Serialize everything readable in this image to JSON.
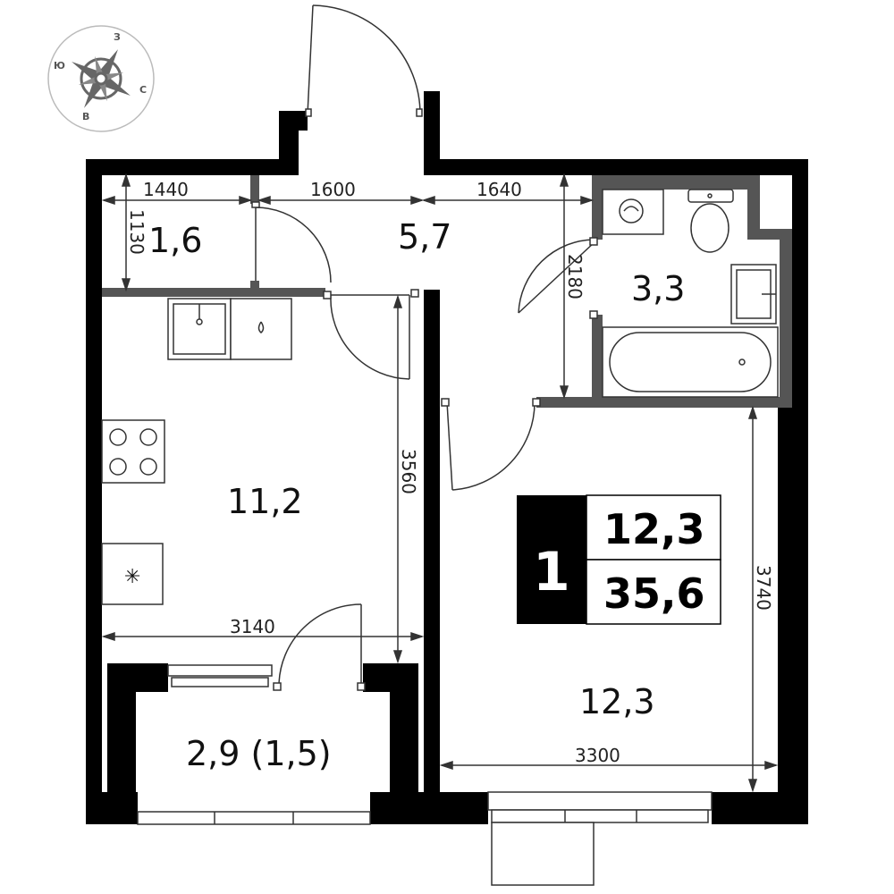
{
  "compass": {
    "north": "З",
    "east": "С",
    "south": "В",
    "west": "Ю"
  },
  "rooms": {
    "storage": "1,6",
    "hall": "5,7",
    "bathroom": "3,3",
    "kitchen": "11,2",
    "bedroom": "12,3",
    "balcony": "2,9 (1,5)"
  },
  "dimensions": {
    "top_left": "1440",
    "top_mid": "1600",
    "top_right": "1640",
    "storage_height": "1130",
    "bath_height": "2180",
    "kitchen_height": "3560",
    "kitchen_width": "3140",
    "bedroom_height": "3740",
    "bedroom_width": "3300"
  },
  "badge": {
    "room_count": "1",
    "living_area": "12,3",
    "total_area": "35,6"
  },
  "colors": {
    "wall": "#000000",
    "partition": "#555555",
    "line": "#333333"
  }
}
